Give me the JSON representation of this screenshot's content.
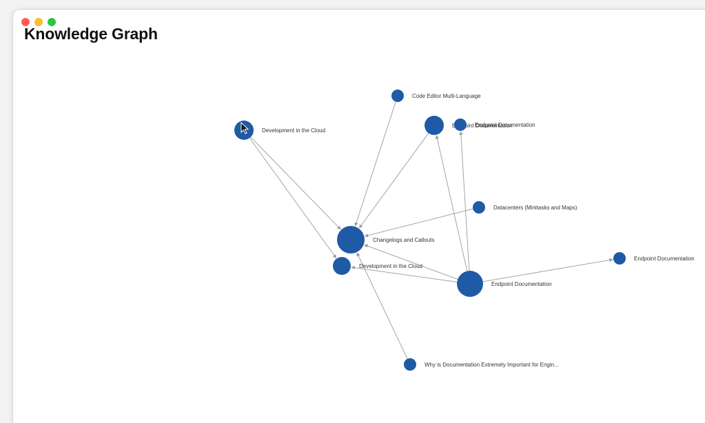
{
  "app": {
    "title": "Knowledge Graph"
  },
  "colors": {
    "node": "#1f5aa6",
    "edge": "#9a9a9a",
    "label": "#333333"
  },
  "graph": {
    "nodes": [
      {
        "id": "n1",
        "label": "Code Editor Multi-Language"
      },
      {
        "id": "n2",
        "label": "Development in the Cloud"
      },
      {
        "id": "n3",
        "label": "Endpoint Documentation"
      },
      {
        "id": "n4",
        "label": "Endpoint Documentation"
      },
      {
        "id": "n5",
        "label": "Datacenters (Minitasks and Maps)"
      },
      {
        "id": "n6",
        "label": "Changelogs and Callouts"
      },
      {
        "id": "n7",
        "label": "Development in the Cloud"
      },
      {
        "id": "n8",
        "label": "Endpoint Documentation"
      },
      {
        "id": "n9",
        "label": "Endpoint Documentation"
      },
      {
        "id": "n10",
        "label": "Why is Documentation Extremely Important for Engin..."
      }
    ],
    "edges": [
      {
        "from": "n2",
        "to": "n6"
      },
      {
        "from": "n2",
        "to": "n7"
      },
      {
        "from": "n1",
        "to": "n6"
      },
      {
        "from": "n3",
        "to": "n6"
      },
      {
        "from": "n5",
        "to": "n6"
      },
      {
        "from": "n10",
        "to": "n6"
      },
      {
        "from": "n9",
        "to": "n6"
      },
      {
        "from": "n9",
        "to": "n7"
      },
      {
        "from": "n9",
        "to": "n3"
      },
      {
        "from": "n9",
        "to": "n4"
      },
      {
        "from": "n9",
        "to": "n8"
      }
    ]
  }
}
